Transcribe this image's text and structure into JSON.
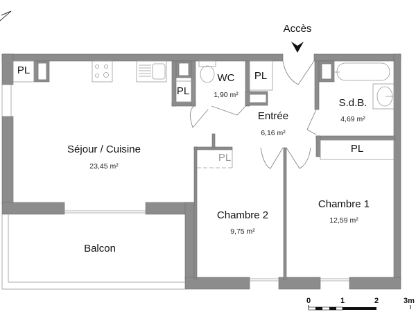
{
  "plan": {
    "entrance": {
      "label": "Accès",
      "icon": "arrow-down-icon"
    },
    "rooms": [
      {
        "id": "sejour",
        "name": "Séjour / Cuisine",
        "area": "23,45 m²"
      },
      {
        "id": "wc",
        "name": "WC",
        "area": "1,90 m²"
      },
      {
        "id": "entree",
        "name": "Entrée",
        "area": "6,16 m²"
      },
      {
        "id": "sdb",
        "name": "S.d.B.",
        "area": "4,69 m²"
      },
      {
        "id": "chambre1",
        "name": "Chambre 1",
        "area": "12,59 m²"
      },
      {
        "id": "chambre2",
        "name": "Chambre 2",
        "area": "9,75 m²"
      },
      {
        "id": "balcon",
        "name": "Balcon",
        "area": ""
      }
    ],
    "closets": [
      {
        "id": "pl-sejour",
        "label": "PL"
      },
      {
        "id": "pl-kitchen",
        "label": "PL"
      },
      {
        "id": "pl-wc-side",
        "label": "PL"
      },
      {
        "id": "pl-sdb",
        "label": "PL"
      },
      {
        "id": "pl-chambre2",
        "label": "PL"
      }
    ],
    "scale": {
      "ticks": [
        "0",
        "1",
        "2",
        "3m"
      ]
    },
    "colors": {
      "wall": "#8c8c8c",
      "wall_edge": "#6e6e6e",
      "fixture": "#9a9a9a"
    }
  }
}
